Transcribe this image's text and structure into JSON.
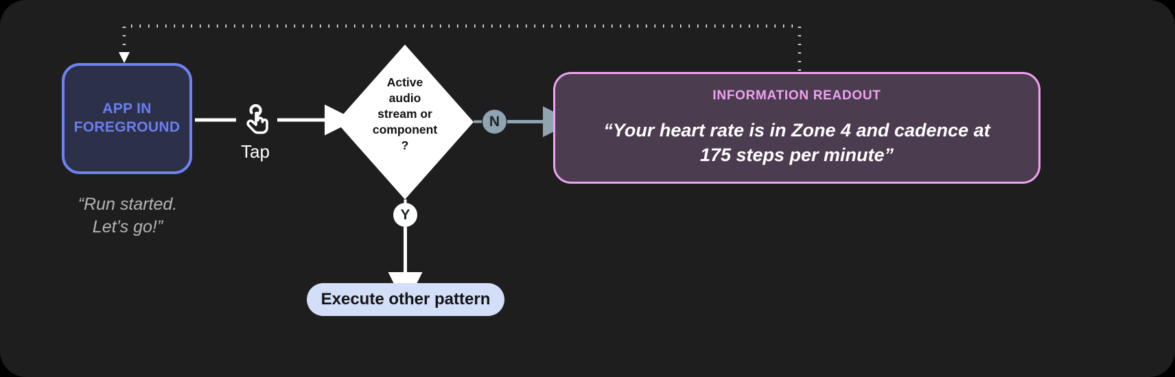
{
  "canvas": {
    "background": "#1e1e1e",
    "outer_background": "#000000"
  },
  "nodes": {
    "app": {
      "label": "APP IN\nFOREGROUND",
      "label_line1": "APP IN",
      "label_line2": "FOREGROUND",
      "caption": "“Run started.\nLet’s go!”",
      "caption_line1": "“Run started.",
      "caption_line2": "Let’s go!”",
      "fill": "#2c3149",
      "border": "#6f82ef",
      "text_color": "#6b7ef0"
    },
    "gesture": {
      "icon": "tap-hand-icon",
      "label": "Tap",
      "color": "#ffffff"
    },
    "decision": {
      "text": "Active audio stream or component ?",
      "line1": "Active",
      "line2": "audio",
      "line3": "stream or",
      "line4": "component",
      "line5": "?",
      "fill": "#ffffff",
      "text_color": "#111111"
    },
    "branches": {
      "no": {
        "label": "N",
        "badge_fill": "#8fa3b0",
        "badge_text": "#1d2226",
        "arrow_color": "#8fa3b0"
      },
      "yes": {
        "label": "Y",
        "badge_fill": "#ffffff",
        "badge_text": "#1d2226",
        "arrow_color": "#ffffff"
      }
    },
    "readout": {
      "title": "INFORMATION READOUT",
      "body": "“Your heart rate is in Zone 4 and cadence at 175 steps per minute”",
      "body_line1": "“Your heart rate is in Zone 4 and cadence at",
      "body_line2": "175 steps per minute”",
      "fill": "#4c3c4f",
      "border": "#efa4f2",
      "title_color": "#eca3f0",
      "body_color": "#ffffff"
    },
    "execute": {
      "label": "Execute other pattern",
      "fill": "#d3def8",
      "text_color": "#141414"
    }
  },
  "connectors": {
    "app_to_tap": {
      "style": "solid",
      "color": "#ffffff"
    },
    "tap_to_decision": {
      "style": "solid",
      "color": "#ffffff",
      "arrow": true
    },
    "decision_to_readout": {
      "style": "solid",
      "color": "#8fa3b0",
      "arrow": true
    },
    "decision_to_execute": {
      "style": "solid",
      "color": "#ffffff",
      "arrow": true
    },
    "readout_feedback_to_app": {
      "style": "dotted",
      "color": "#ffffff",
      "arrow": true
    }
  }
}
